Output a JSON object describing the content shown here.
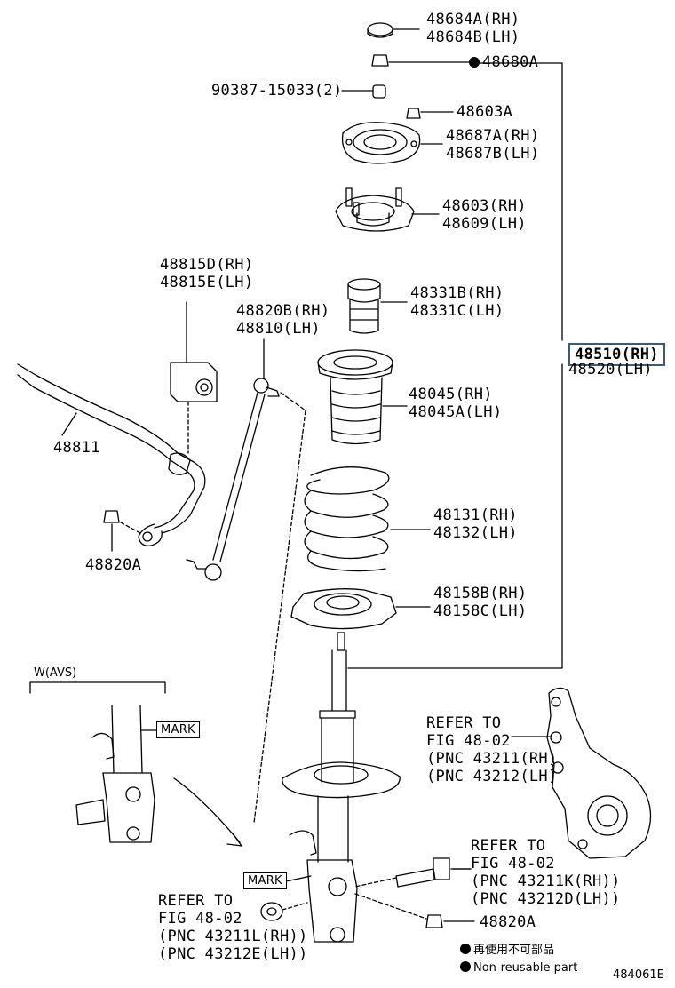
{
  "labels": {
    "p48684": [
      "48684A(RH)",
      "48684B(LH)"
    ],
    "p48680": "48680A",
    "p90387": "90387-15033(2)",
    "p48603a": "48603A",
    "p48687": [
      "48687A(RH)",
      "48687B(LH)"
    ],
    "p48603": [
      "48603(RH)",
      "48609(LH)"
    ],
    "p48815": [
      "48815D(RH)",
      "48815E(LH)"
    ],
    "p48331": [
      "48331B(RH)",
      "48331C(LH)"
    ],
    "p48820b": [
      "48820B(RH)",
      "48810(LH)"
    ],
    "p48510": [
      "48510(RH)",
      "48520(LH)"
    ],
    "p48045": [
      "48045(RH)",
      "48045A(LH)"
    ],
    "p48811": "48811",
    "p48131": [
      "48131(RH)",
      "48132(LH)"
    ],
    "p48820a_top": "48820A",
    "p48158": [
      "48158B(RH)",
      "48158C(LH)"
    ],
    "wavs": "W(AVS)",
    "mark1": "MARK",
    "mark2": "MARK",
    "refer_knuckle": [
      "REFER TO",
      "FIG 48-02",
      "(PNC 43211(RH)",
      "(PNC 43212(LH)"
    ],
    "refer_bolt": [
      "REFER TO",
      "FIG 48-02",
      "(PNC 43211K(RH))",
      "(PNC 43212D(LH))"
    ],
    "refer_nut": [
      "REFER TO",
      "FIG 48-02",
      "(PNC 43211L(RH))",
      "(PNC 43212E(LH))"
    ],
    "p48820a_bottom": "48820A",
    "legend_jp": "再使用不可部品",
    "legend_en": "Non-reusable part",
    "fig_code": "484061E"
  },
  "colors": {
    "highlight_border": "#3a5a78",
    "ink": "#000000"
  }
}
